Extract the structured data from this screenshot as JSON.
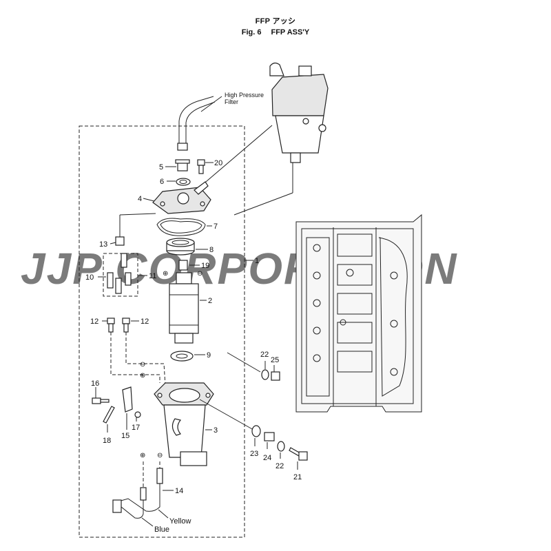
{
  "header": {
    "title_jp": "FFP アッシ",
    "fig_label": "Fig. 6",
    "fig_title": "FFP ASS'Y"
  },
  "callouts": {
    "c1": "1",
    "c2": "2",
    "c3": "3",
    "c4": "4",
    "c5": "5",
    "c6": "6",
    "c7": "7",
    "c8": "8",
    "c9": "9",
    "c10": "10",
    "c11": "11",
    "c12a": "12",
    "c12b": "12",
    "c13": "13",
    "c14": "14",
    "c15": "15",
    "c16": "16",
    "c17": "17",
    "c18": "18",
    "c19": "19",
    "c20": "20",
    "c21": "21",
    "c22a": "22",
    "c22b": "22",
    "c23": "23",
    "c24": "24",
    "c25": "25"
  },
  "annotations": {
    "hp_filter_line1": "High Pressure",
    "hp_filter_line2": "Filter",
    "wire_yellow": "Yellow",
    "wire_blue": "Blue"
  },
  "polarity": {
    "plus": "⊕",
    "minus": "⊖"
  },
  "watermark": "JJP CORPORATION"
}
